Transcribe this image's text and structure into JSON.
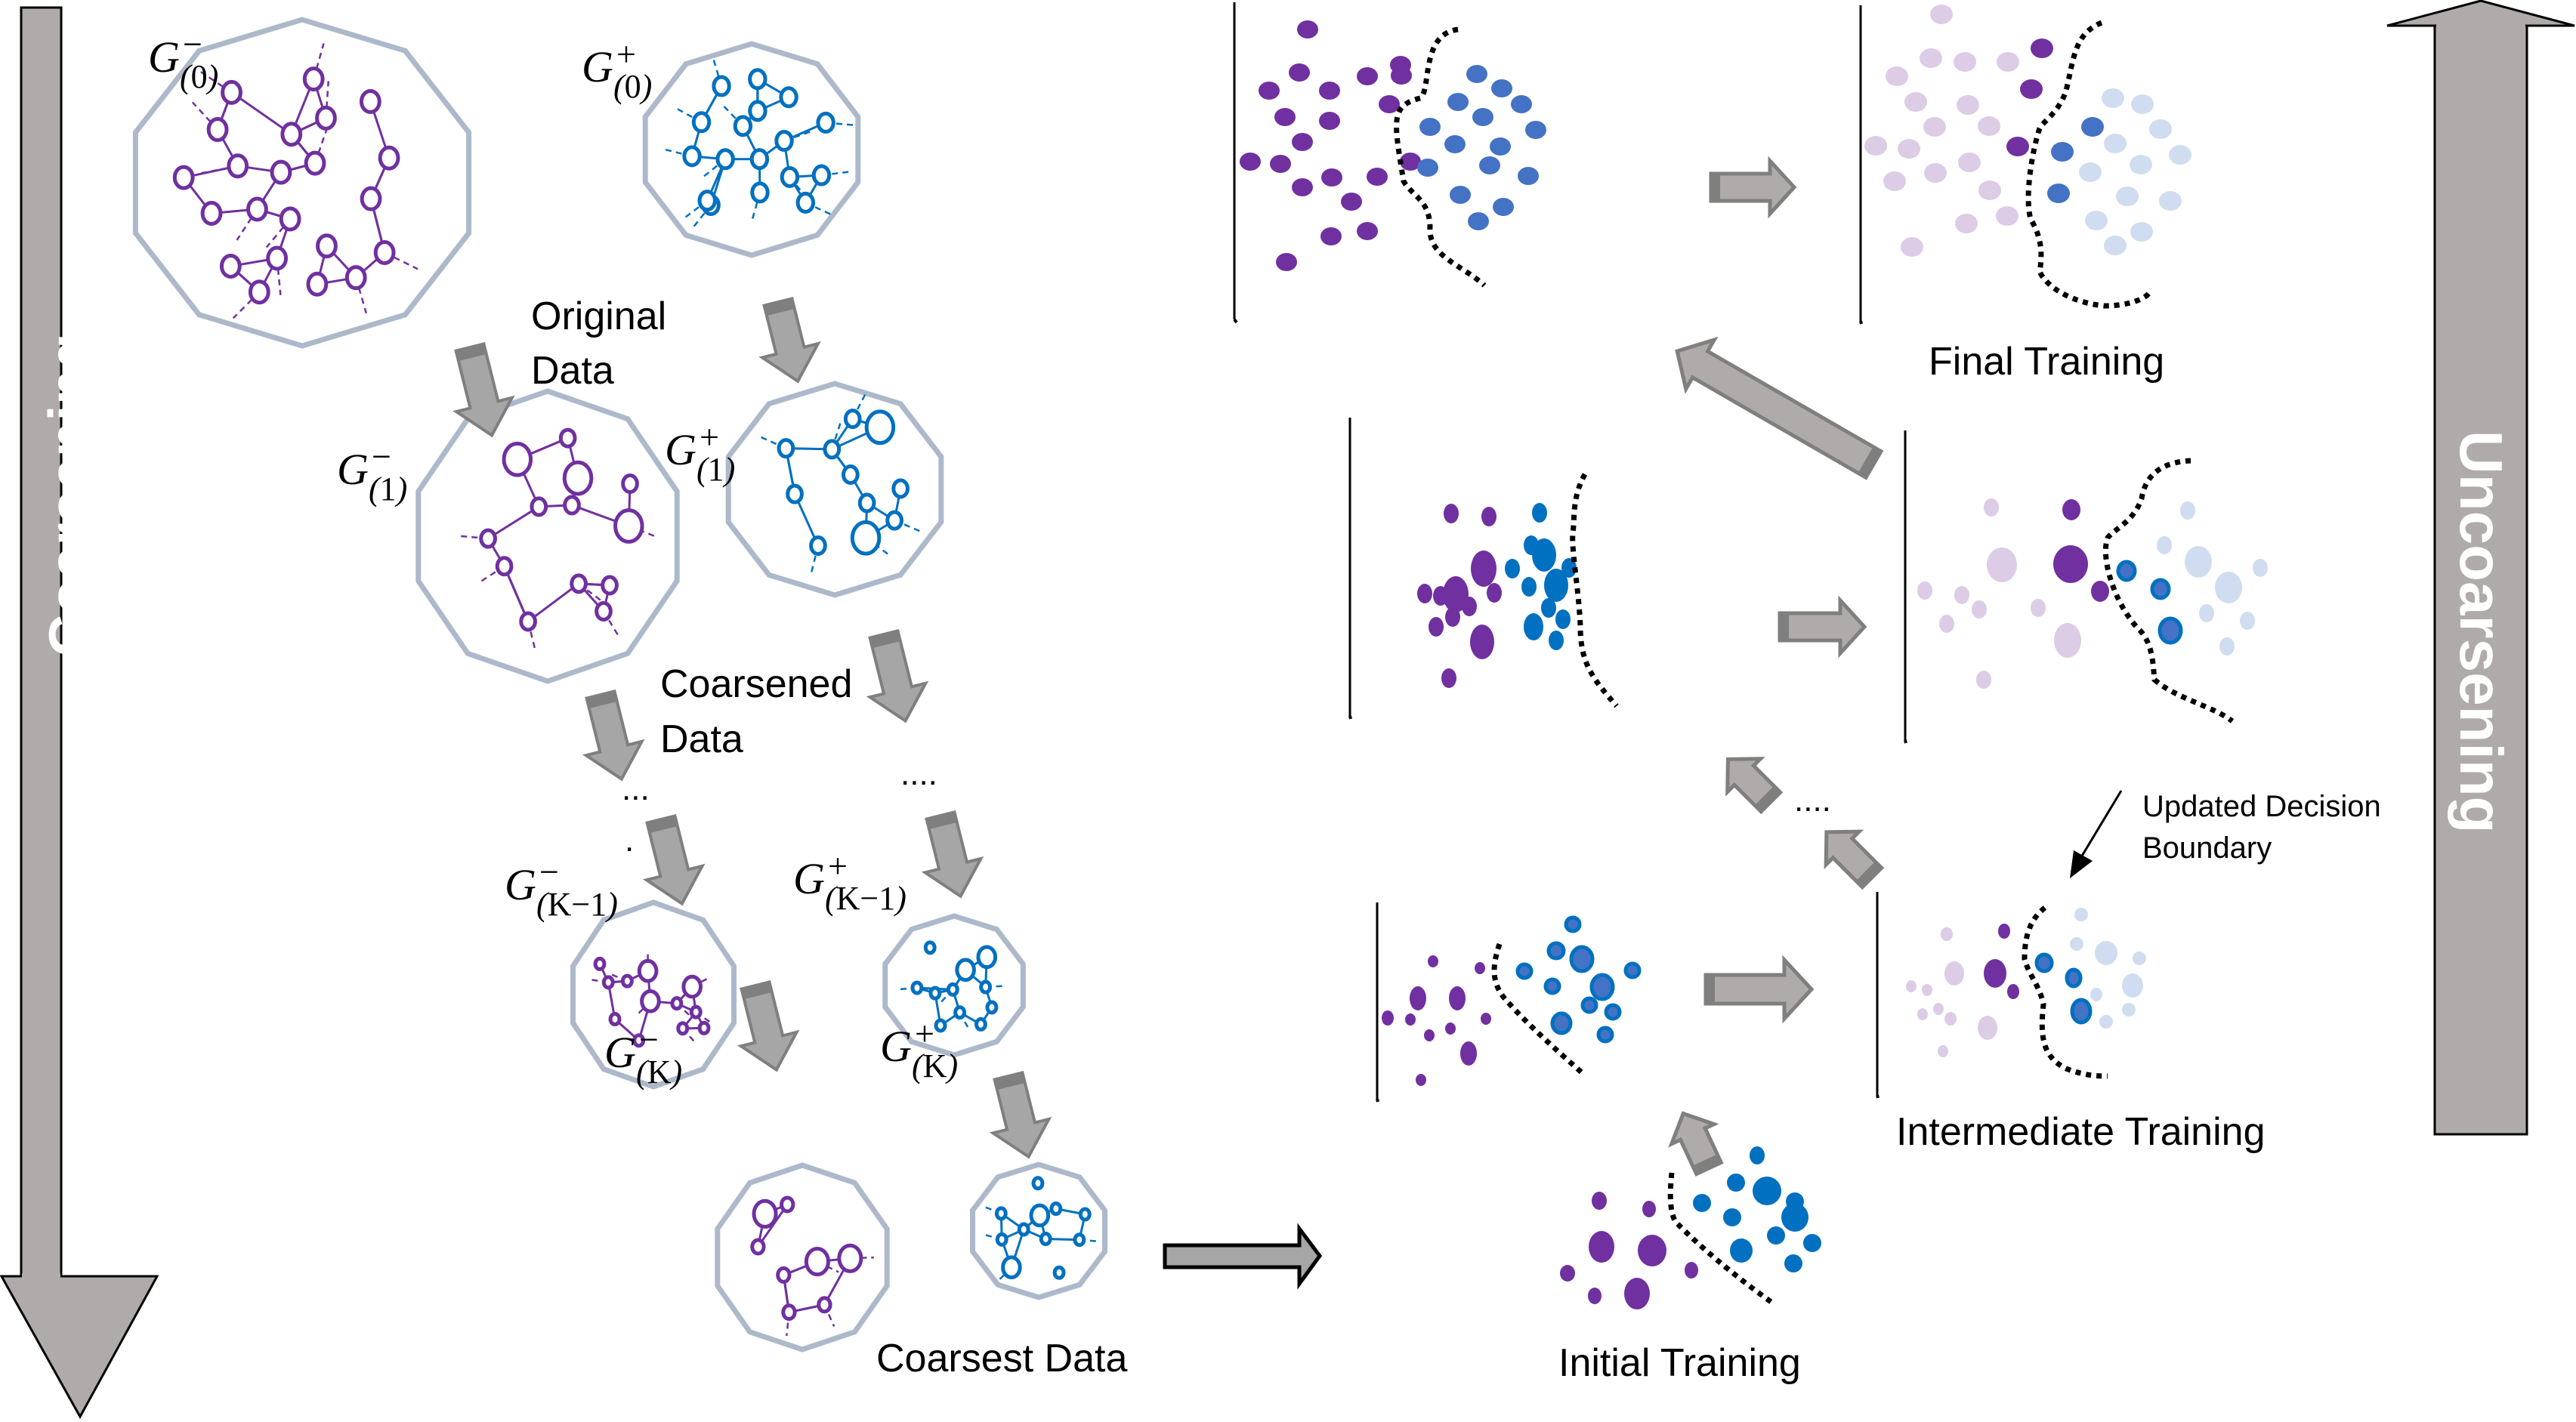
{
  "colors": {
    "purple": "#7030a0",
    "blue_light_node": "#4472c4",
    "blue_strong": "#0070c0",
    "purple_faded": "#dccce6",
    "blue_faded": "#d0ddf0",
    "octagon_border": "#adb9ca",
    "arrow_fill": "#afabab",
    "arrow_dark": "#7f7f7f",
    "boundary": "#000000"
  },
  "side_arrows": {
    "left": {
      "label": "Coarsening",
      "direction": "down"
    },
    "right": {
      "label": "Uncoarsening",
      "direction": "up"
    }
  },
  "graphs": {
    "g0_minus": {
      "symbol": "G",
      "sign": "−",
      "index": "0"
    },
    "g0_plus": {
      "symbol": "G",
      "sign": "+",
      "index": "0"
    },
    "g1_minus": {
      "symbol": "G",
      "sign": "−",
      "index": "1"
    },
    "g1_plus": {
      "symbol": "G",
      "sign": "+",
      "index": "1"
    },
    "gk1_minus": {
      "symbol": "G",
      "sign": "−",
      "index": "K−1"
    },
    "gk1_plus": {
      "symbol": "G",
      "sign": "+",
      "index": "K−1"
    },
    "gk_minus": {
      "symbol": "G",
      "sign": "−",
      "index": "K"
    },
    "gk_plus": {
      "symbol": "G",
      "sign": "+",
      "index": "K"
    }
  },
  "stage_labels": {
    "original_line1": "Original",
    "original_line2": "Data",
    "coarsened_line1": "Coarsened",
    "coarsened_line2": "Data",
    "coarsest": "Coarsest Data",
    "ellipsis_left": "...",
    "ellipsis_left_dot": ".",
    "ellipsis_right": "....",
    "ellipsis_mid": "...."
  },
  "training_labels": {
    "initial": "Initial Training",
    "intermediate": "Intermediate Training",
    "final": "Final Training",
    "annotation_line1": "Updated Decision",
    "annotation_line2": "Boundary"
  }
}
